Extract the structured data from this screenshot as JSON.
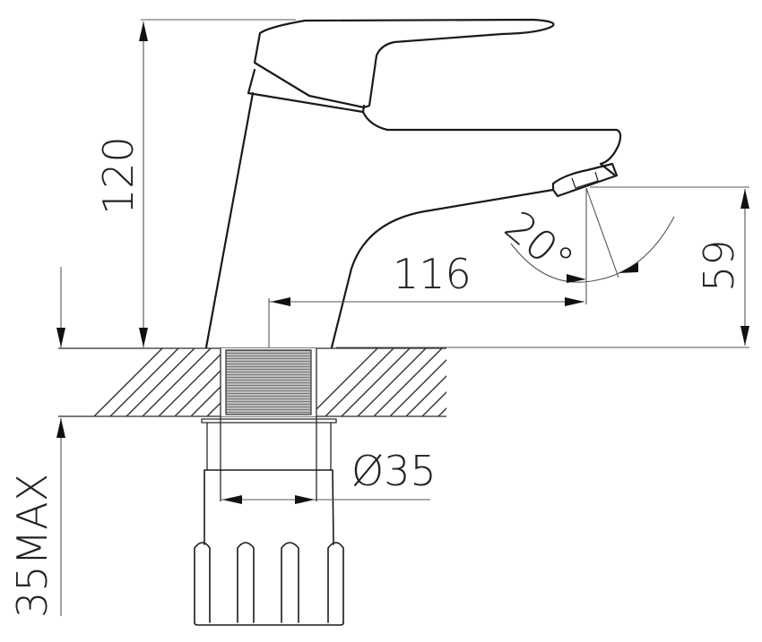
{
  "drawing": {
    "subject": "Single-lever basin faucet side view",
    "dimensions": {
      "height": "120",
      "reach": "116",
      "spout_height": "59",
      "angle": "20°",
      "thread_diameter": "Ø35",
      "deck_thickness": "35MAX"
    }
  },
  "colors": {
    "line": "#1a1a1a",
    "background": "#ffffff",
    "thread_fill": "#9a9a9a"
  }
}
